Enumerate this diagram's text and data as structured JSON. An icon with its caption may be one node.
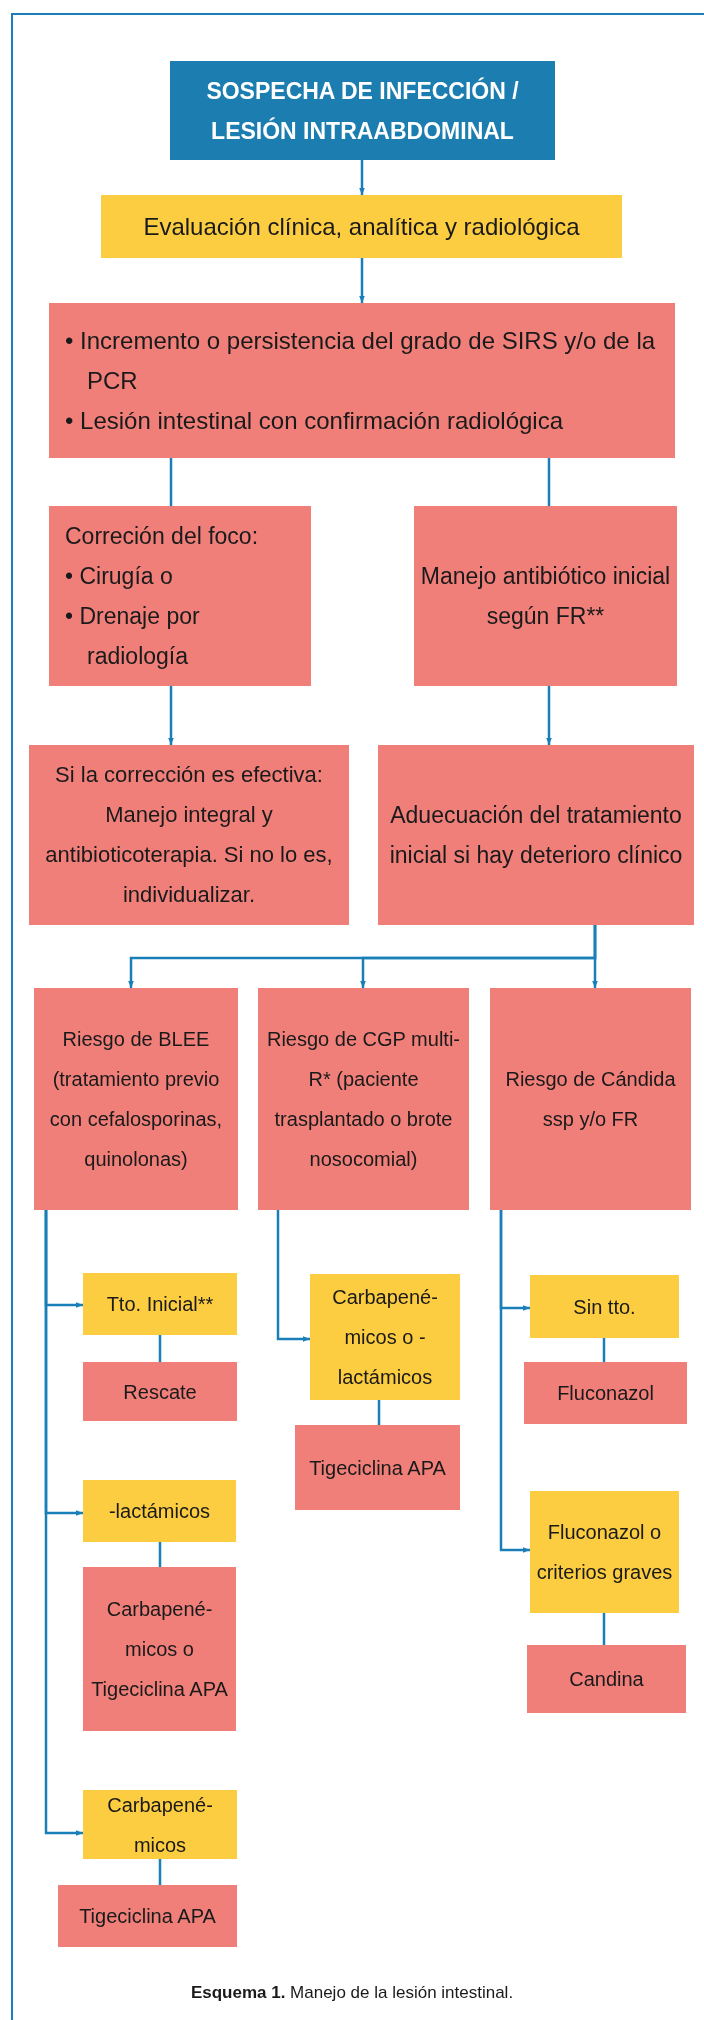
{
  "diagram": {
    "caption": "**Esquema 1.** Manejo de la lesión intestinal.",
    "nodes": [
      {
        "text": [
          "SOSPECHA DE INFECCIÓN / LESIÓN INTRAABDOMINAL"
        ]
      },
      {
        "text": [
          "Evaluación clínica, analítica y radiológica"
        ]
      },
      {
        "text": [
          "• Incremento o persistencia del grado de SIRS y/o de la PCR",
          "• Lesión intestinal con confirmación radiológica"
        ]
      },
      {
        "text": [
          "Correción del foco:",
          "• Cirugía o",
          "• Drenaje por radiología"
        ]
      },
      {
        "text": [
          "Manejo antibiótico inicial según FR**"
        ]
      },
      {
        "text": [
          "Si la corrección es efectiva: Manejo integral y antibioticoterapia. Si no lo es, individualizar."
        ]
      },
      {
        "text": [
          "Aduecuación del tratamiento inicial si hay deterioro clínico"
        ]
      },
      {
        "text": [
          "Riesgo de BLEE (tratamiento previo con cefalosporinas, quinolonas)"
        ]
      },
      {
        "text": [
          "Riesgo de CGP multi-R* (paciente trasplantado o brote nosocomial)"
        ]
      },
      {
        "text": [
          "Riesgo de Cándida ssp y/o FR"
        ]
      },
      {
        "text": [
          "Tto. Inicial**"
        ]
      },
      {
        "text": [
          "Rescate"
        ]
      },
      {
        "text": [
          "-lactámicos"
        ]
      },
      {
        "text": [
          "Carbapené- micos o Tigeciclina APA"
        ]
      },
      {
        "text": [
          "Carbapené- micos"
        ]
      },
      {
        "text": [
          "Tigeciclina APA"
        ]
      },
      {
        "text": [
          "Carbapené- micos o -lactámicos"
        ]
      },
      {
        "text": [
          "Tigeciclina APA"
        ]
      },
      {
        "text": [
          "Sin tto."
        ]
      },
      {
        "text": [
          "Fluconazol"
        ]
      },
      {
        "text": [
          "Fluconazol o criterios graves"
        ]
      },
      {
        "text": [
          "Candina"
        ]
      }
    ],
    "edges": [
      {
        "from": 0,
        "to": 1,
        "arrow": "to"
      },
      {
        "from": 1,
        "to": 2,
        "arrow": "to"
      },
      {
        "from": 2,
        "to": 3,
        "arrow": "none"
      },
      {
        "from": 2,
        "to": 4,
        "arrow": "none"
      },
      {
        "from": 3,
        "to": 5,
        "arrow": "to"
      },
      {
        "from": 4,
        "to": 6,
        "arrow": "to"
      },
      {
        "from": 6,
        "to": 7,
        "arrow": "to"
      },
      {
        "from": 6,
        "to": 8,
        "arrow": "to"
      },
      {
        "from": 6,
        "to": 9,
        "arrow": "to"
      },
      {
        "from": 7,
        "to": 10,
        "arrow": "to"
      },
      {
        "from": 10,
        "to": 11,
        "arrow": "none"
      },
      {
        "from": 7,
        "to": 12,
        "arrow": "to"
      },
      {
        "from": 12,
        "to": 13,
        "arrow": "none"
      },
      {
        "from": 7,
        "to": 14,
        "arrow": "to"
      },
      {
        "from": 14,
        "to": 15,
        "arrow": "none"
      },
      {
        "from": 8,
        "to": 16,
        "arrow": "to"
      },
      {
        "from": 16,
        "to": 17,
        "arrow": "none"
      },
      {
        "from": 9,
        "to": 18,
        "arrow": "to"
      },
      {
        "from": 18,
        "to": 19,
        "arrow": "none"
      },
      {
        "from": 9,
        "to": 20,
        "arrow": "to"
      },
      {
        "from": 20,
        "to": 21,
        "arrow": "none"
      }
    ]
  }
}
